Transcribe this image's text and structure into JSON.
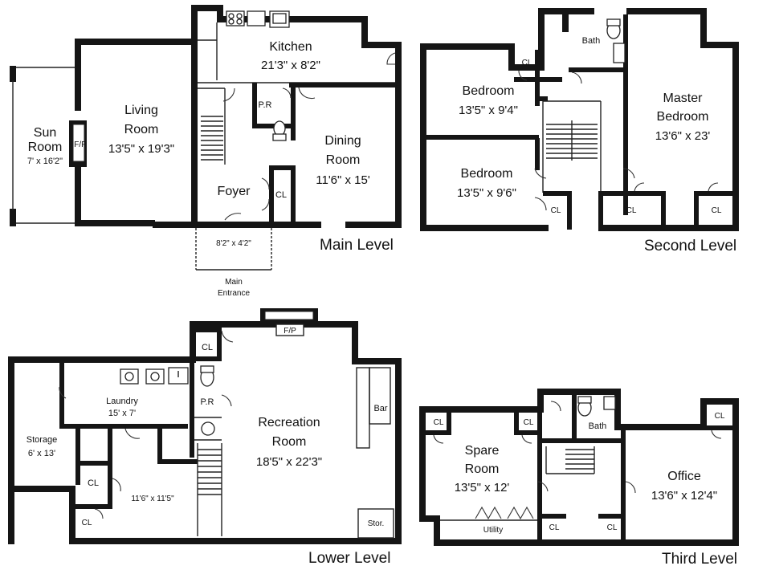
{
  "levels": {
    "main": "Main Level",
    "second": "Second Level",
    "lower": "Lower Level",
    "third": "Third Level"
  },
  "main": {
    "sun_room": {
      "name1": "Sun",
      "name2": "Room",
      "dims": "7' x 16'2\""
    },
    "fireplace": "F/P",
    "living_room": {
      "name1": "Living",
      "name2": "Room",
      "dims": "13'5\" x 19'3\""
    },
    "kitchen": {
      "name": "Kitchen",
      "dims": "21'3\" x 8'2\""
    },
    "powder_room": "P.R",
    "dining_room": {
      "name1": "Dining",
      "name2": "Room",
      "dims": "11'6\" x 15'"
    },
    "foyer": "Foyer",
    "closet": "CL",
    "entrance": {
      "dims": "8'2\" x 4'2\"",
      "name1": "Main",
      "name2": "Entrance"
    }
  },
  "second": {
    "bedroom1": {
      "name": "Bedroom",
      "dims": "13'5\" x 9'4\""
    },
    "bedroom2": {
      "name": "Bedroom",
      "dims": "13'5\" x 9'6\""
    },
    "master": {
      "name1": "Master",
      "name2": "Bedroom",
      "dims": "13'6\" x 23'"
    },
    "bath": "Bath",
    "closet": "CL"
  },
  "lower": {
    "storage": {
      "name": "Storage",
      "dims": "6' x 13'"
    },
    "laundry": {
      "name": "Laundry",
      "dims": "15' x 7'"
    },
    "hall_dims": "11'6\" x 11'5\"",
    "recreation": {
      "name1": "Recreation",
      "name2": "Room",
      "dims": "18'5\" x 22'3\""
    },
    "bar": "Bar",
    "stor": "Stor.",
    "fireplace": "F/P",
    "powder_room": "P.R",
    "closet": "CL"
  },
  "third": {
    "spare": {
      "name1": "Spare",
      "name2": "Room",
      "dims": "13'5\" x 12'"
    },
    "utility": "Utility",
    "bath": "Bath",
    "office": {
      "name": "Office",
      "dims": "13'6\" x 12'4\""
    },
    "closet": "CL"
  }
}
